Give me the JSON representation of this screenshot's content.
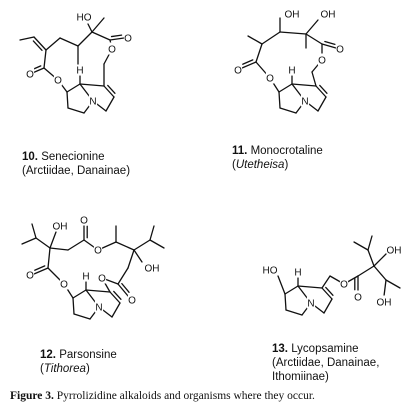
{
  "compounds": [
    {
      "number": "10.",
      "name": "Senecionine",
      "organisms": "(Arctiidae, Danainae)",
      "atoms": {
        "oh": "HO",
        "h": "H",
        "n": "N",
        "o": "O"
      }
    },
    {
      "number": "11.",
      "name": "Monocrotaline",
      "organisms": "Utetheisa",
      "atoms": {
        "oh": "OH",
        "h": "H",
        "n": "N",
        "o": "O"
      }
    },
    {
      "number": "12.",
      "name": "Parsonsine",
      "organisms": "Tithorea",
      "atoms": {
        "oh": "OH",
        "h": "H",
        "n": "N",
        "o": "O"
      }
    },
    {
      "number": "13.",
      "name": "Lycopsamine",
      "organisms_line1": "(Arctiidae, Danainae,",
      "organisms_line2": "Ithomiinae)",
      "atoms": {
        "ho": "HO",
        "oh": "OH",
        "h": "H",
        "n": "N",
        "o": "O"
      }
    }
  ],
  "caption": {
    "figure": "Figure 3.",
    "text": "Pyrrolizidine alkaloids and organisms where they occur."
  }
}
